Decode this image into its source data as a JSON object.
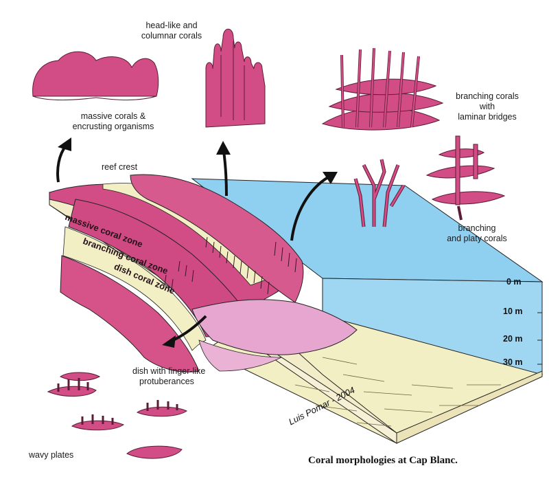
{
  "labels": {
    "massive": [
      "massive corals &",
      "encrusting organisms"
    ],
    "headlike": [
      "head-like and",
      "columnar corals"
    ],
    "laminar": [
      "branching corals",
      "with",
      "laminar bridges"
    ],
    "platy": [
      "branching",
      "and platy corals"
    ],
    "reef_crest": "reef crest",
    "dish": [
      "dish with finger-like",
      "protuberances"
    ],
    "wavy": "wavy plates"
  },
  "zones": {
    "massive": "massive coral zone",
    "branching": "branching coral zone",
    "dish": "dish coral zone"
  },
  "depths": [
    "0 m",
    "10 m",
    "20 m",
    "30 m"
  ],
  "signature": "Luis Pomar - 2004",
  "caption": "Coral morphologies at Cap Blanc.",
  "colors": {
    "coral": "#d24d85",
    "coral_light": "#e6a6cf",
    "sand": "#f3efc4",
    "water": "#8fcff0",
    "outline": "#222222"
  }
}
